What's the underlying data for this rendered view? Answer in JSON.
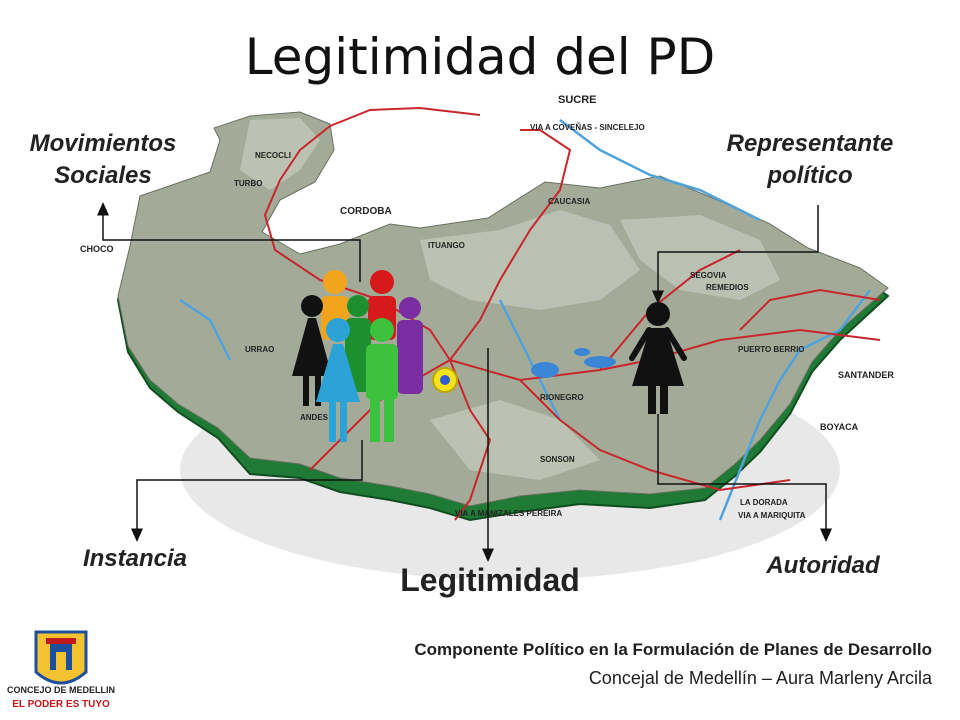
{
  "slide": {
    "title": "Legitimidad del PD",
    "labels": {
      "movimientos_line1": "Movimientos",
      "movimientos_line2": "Sociales",
      "representante_line1": "Representante",
      "representante_line2": "político",
      "instancia": "Instancia",
      "autoridad": "Autoridad",
      "legitimidad": "Legitimidad"
    },
    "footer": {
      "line1": "Componente Político en la Formulación de Planes de Desarrollo",
      "line2": "Concejal de Medellín – Aura Marleny Arcila"
    },
    "logo": {
      "line1": "CONCEJO DE MEDELLIN",
      "line2": "EL PODER ES TUYO"
    }
  },
  "map": {
    "place_labels": [
      "SUCRE",
      "VIA A COVEÑAS - SINCELEJO",
      "CORDOBA",
      "CHOCO",
      "SANTANDER",
      "BOYACA",
      "VIA A MARIQUITA",
      "VIA A MANIZALES PEREIRA",
      "NECOCLI",
      "TURBO",
      "ITUANGO",
      "CAUCASIA",
      "SEGOVIA",
      "REMEDIOS",
      "URRAO",
      "ANDES",
      "LA DORADA",
      "PUERTO BERRIO",
      "RIONEGRO",
      "SONSON"
    ],
    "colors": {
      "map_fill": "#a3ab98",
      "map_side": "#1f7a35",
      "roads": "#c8262d",
      "rivers": "#4fa3dc",
      "person_colors": [
        "#111111",
        "#f2a41c",
        "#d7191c",
        "#7a2da0",
        "#1c8f2f",
        "#2ba3d6",
        "#3cc23c"
      ]
    }
  }
}
